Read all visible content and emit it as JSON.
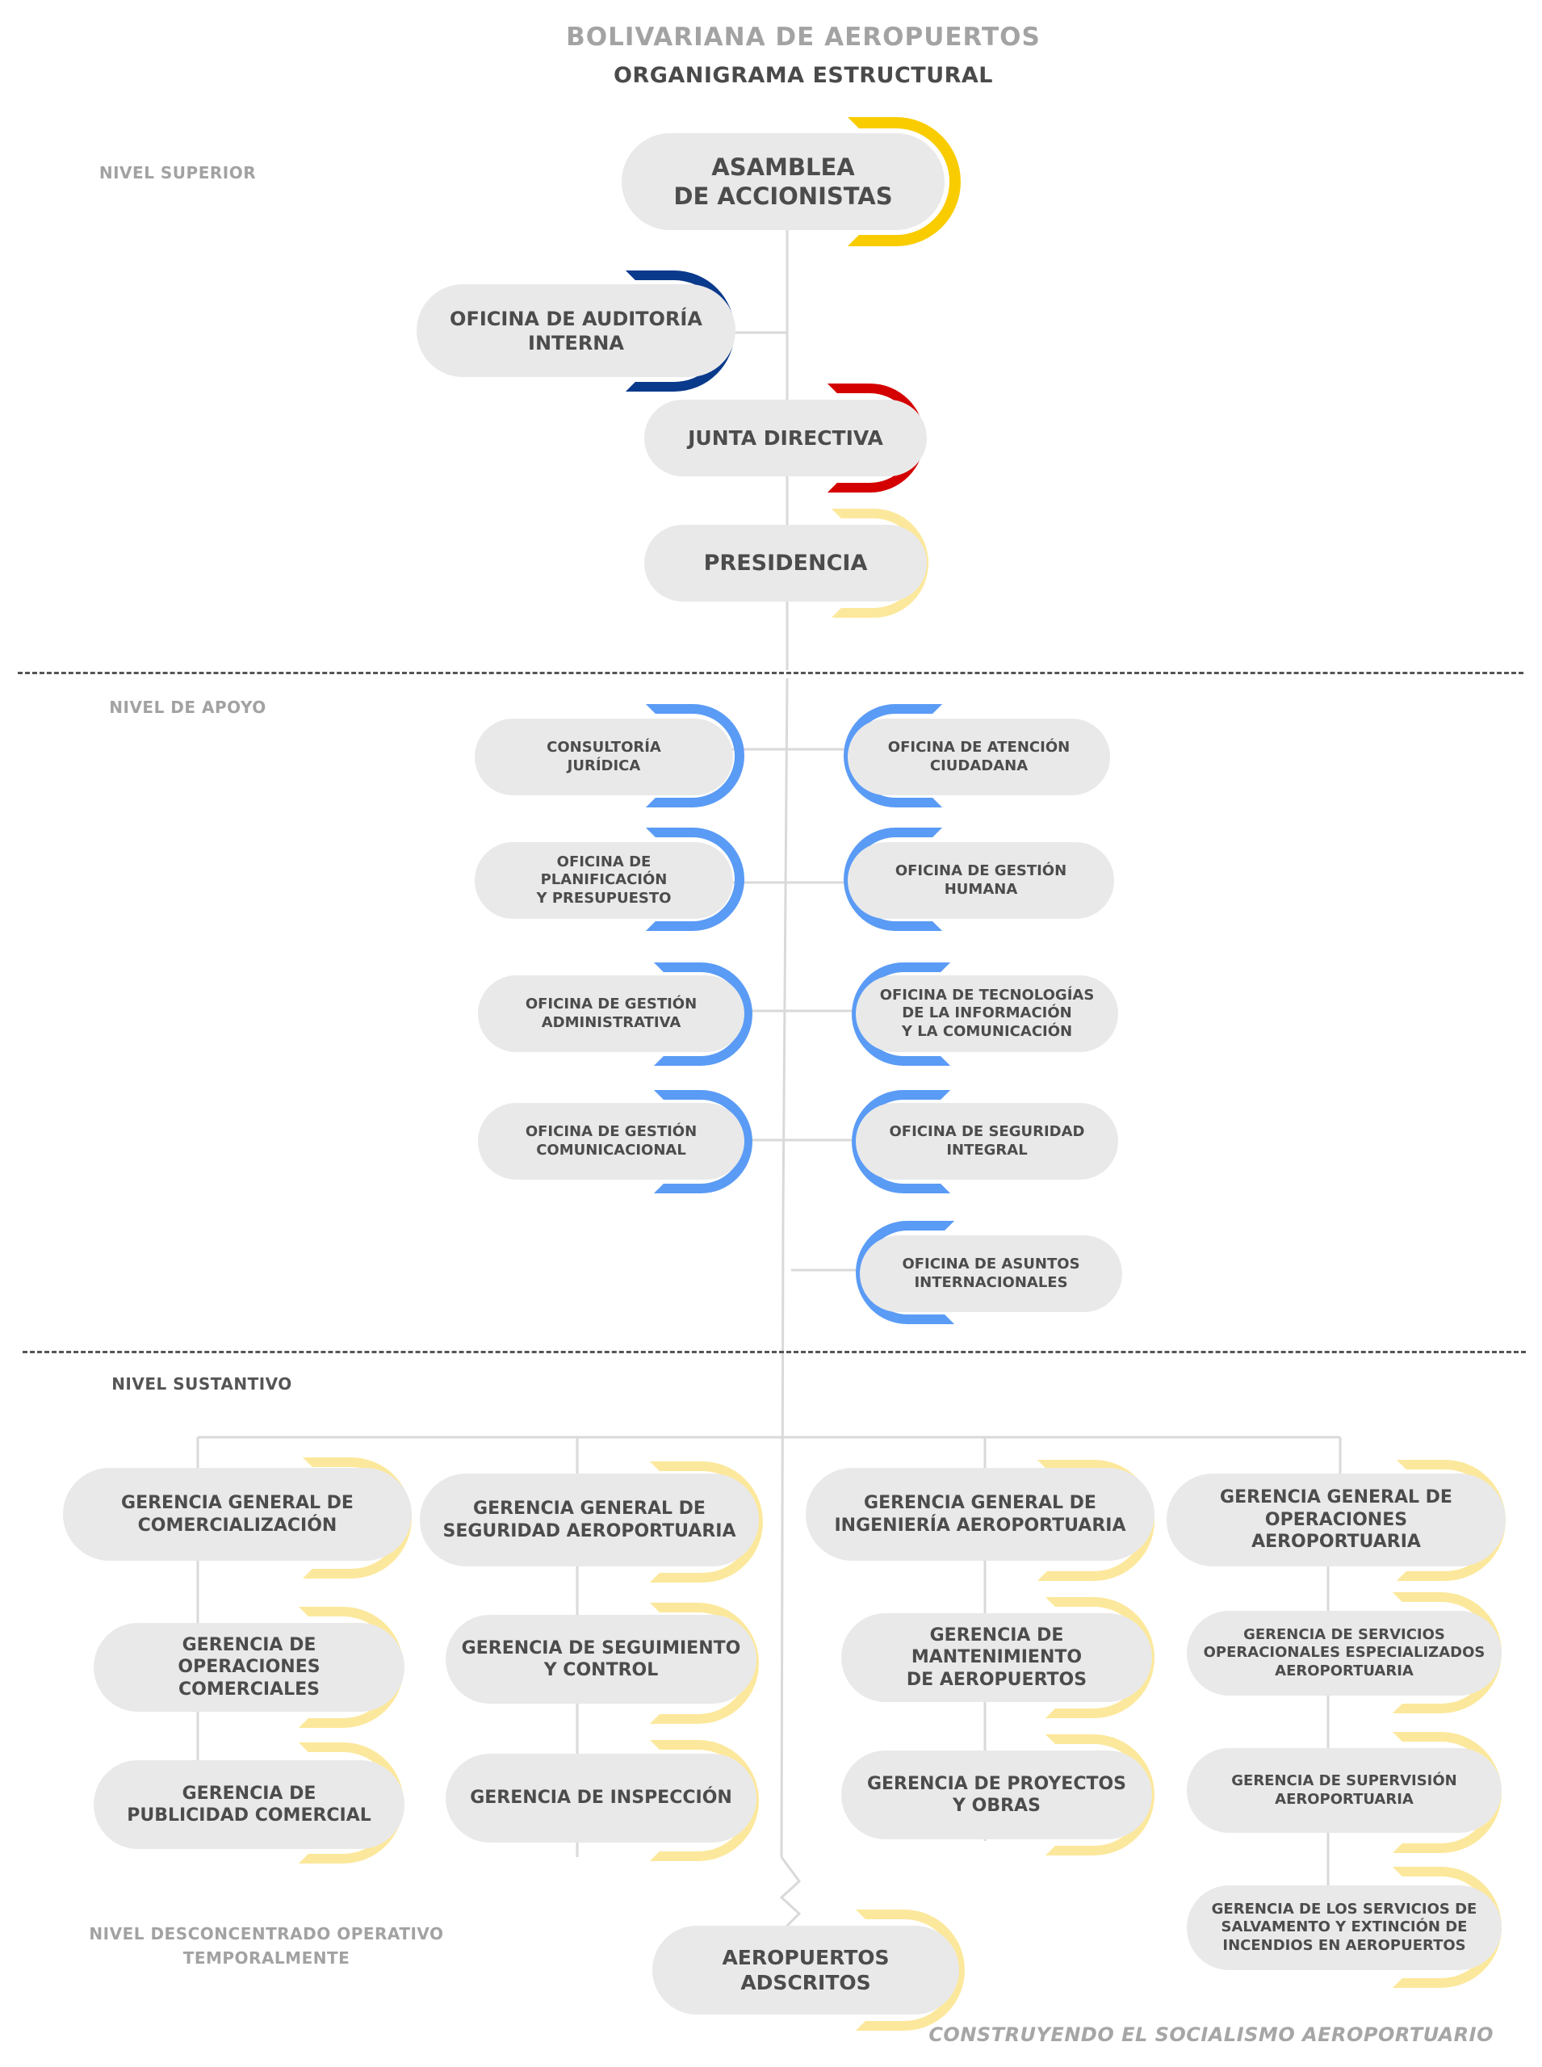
{
  "header": {
    "title": "BOLIVARIANA DE AEROPUERTOS",
    "subtitle": "ORGANIGRAMA ESTRUCTURAL"
  },
  "levels": {
    "superior": "NIVEL SUPERIOR",
    "apoyo": "NIVEL DE APOYO",
    "sustantivo": "NIVEL SUSTANTIVO",
    "desconcentrado": [
      "NIVEL DESCONCENTRADO OPERATIVO",
      "TEMPORALMENTE"
    ]
  },
  "colors": {
    "yellow": "#f9cc00",
    "blue": "#0a3a8c",
    "red": "#d40000",
    "light_yellow": "#fce89c",
    "light_blue": "#5a9bf5",
    "box": "#e9e9e9",
    "text": "#4c4c4c"
  },
  "nodes": {
    "asamblea": [
      "ASAMBLEA",
      "DE ACCIONISTAS"
    ],
    "auditoria": [
      "OFICINA DE AUDITORÍA",
      "INTERNA"
    ],
    "junta": [
      "JUNTA DIRECTIVA"
    ],
    "presidencia": [
      "PRESIDENCIA"
    ],
    "consultoria": [
      "CONSULTORÍA",
      "JURÍDICA"
    ],
    "planificacion": [
      "OFICINA DE",
      "PLANIFICACIÓN",
      "Y PRESUPUESTO"
    ],
    "gestion_admin": [
      "OFICINA DE GESTIÓN",
      "ADMINISTRATIVA"
    ],
    "gestion_comunic": [
      "OFICINA DE GESTIÓN",
      "COMUNICACIONAL"
    ],
    "atencion": [
      "OFICINA DE ATENCIÓN",
      "CIUDADANA"
    ],
    "gestion_humana": [
      "OFICINA DE GESTIÓN",
      "HUMANA"
    ],
    "tecnologias": [
      "OFICINA DE TECNOLOGÍAS",
      "DE LA INFORMACIÓN",
      "Y LA COMUNICACIÓN"
    ],
    "seguridad_integral": [
      "OFICINA DE SEGURIDAD",
      "INTEGRAL"
    ],
    "asuntos_int": [
      "OFICINA DE ASUNTOS",
      "INTERNACIONALES"
    ],
    "gg_comercializacion": [
      "GERENCIA GENERAL DE",
      "COMERCIALIZACIÓN"
    ],
    "g_op_comerciales": [
      "GERENCIA DE OPERACIONES",
      "COMERCIALES"
    ],
    "g_publicidad": [
      "GERENCIA DE",
      "PUBLICIDAD COMERCIAL"
    ],
    "gg_seguridad": [
      "GERENCIA GENERAL  DE",
      "SEGURIDAD AEROPORTUARIA"
    ],
    "g_seguimiento": [
      "GERENCIA DE SEGUIMIENTO",
      "Y CONTROL"
    ],
    "g_inspeccion": [
      "GERENCIA DE INSPECCIÓN"
    ],
    "gg_ingenieria": [
      "GERENCIA GENERAL DE",
      "INGENIERÍA AEROPORTUARIA"
    ],
    "g_mantenimiento": [
      "GERENCIA DE MANTENIMIENTO",
      "DE AEROPUERTOS"
    ],
    "g_proyectos": [
      "GERENCIA DE PROYECTOS",
      "Y OBRAS"
    ],
    "gg_operaciones": [
      "GERENCIA GENERAL DE",
      "OPERACIONES AEROPORTUARIA"
    ],
    "g_servicios_op": [
      "GERENCIA DE SERVICIOS",
      "OPERACIONALES ESPECIALIZADOS",
      "AEROPORTUARIA"
    ],
    "g_supervision": [
      "GERENCIA DE SUPERVISIÓN",
      "AEROPORTUARIA"
    ],
    "g_salvamento": [
      "GERENCIA DE LOS SERVICIOS DE",
      "SALVAMENTO Y EXTINCIÓN DE",
      "INCENDIOS EN AEROPUERTOS"
    ],
    "aeropuertos": [
      "AEROPUERTOS ADSCRITOS"
    ]
  },
  "footer": {
    "motto": "CONSTRUYENDO EL SOCIALISMO AEROPORTUARIO"
  }
}
